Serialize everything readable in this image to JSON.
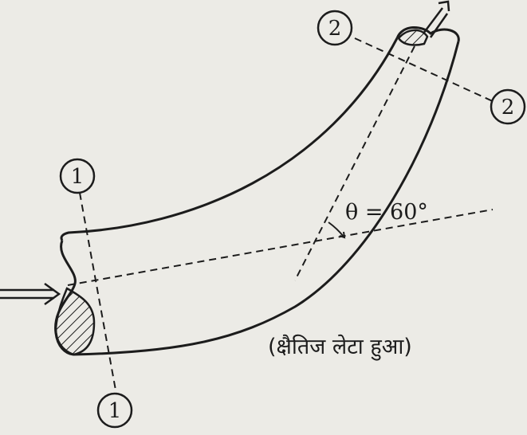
{
  "section_labels": {
    "inlet_top": "1",
    "inlet_bottom": "1",
    "outlet_left": "2",
    "outlet_right": "2"
  },
  "angle_label": "θ = 60°",
  "caption": "(क्षैतिज लेटा हुआ)"
}
